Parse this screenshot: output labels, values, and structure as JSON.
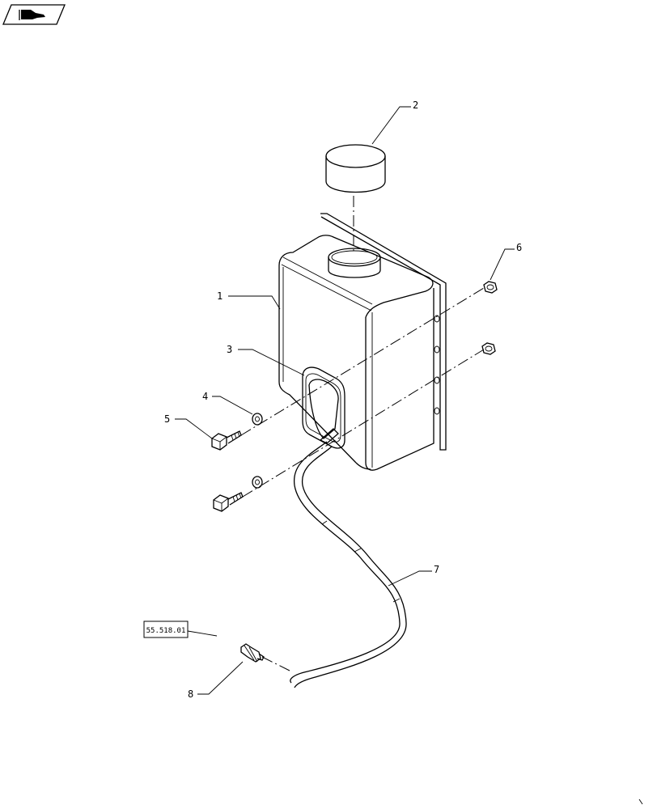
{
  "callouts": [
    {
      "id": "1",
      "text": "1"
    },
    {
      "id": "2",
      "text": "2"
    },
    {
      "id": "3",
      "text": "3"
    },
    {
      "id": "4",
      "text": "4"
    },
    {
      "id": "5",
      "text": "5"
    },
    {
      "id": "6",
      "text": "6"
    },
    {
      "id": "7",
      "text": "7"
    },
    {
      "id": "8",
      "text": "8"
    }
  ],
  "reference_box": "55.518.01",
  "icons": {
    "corner": "book-hand-icon"
  }
}
